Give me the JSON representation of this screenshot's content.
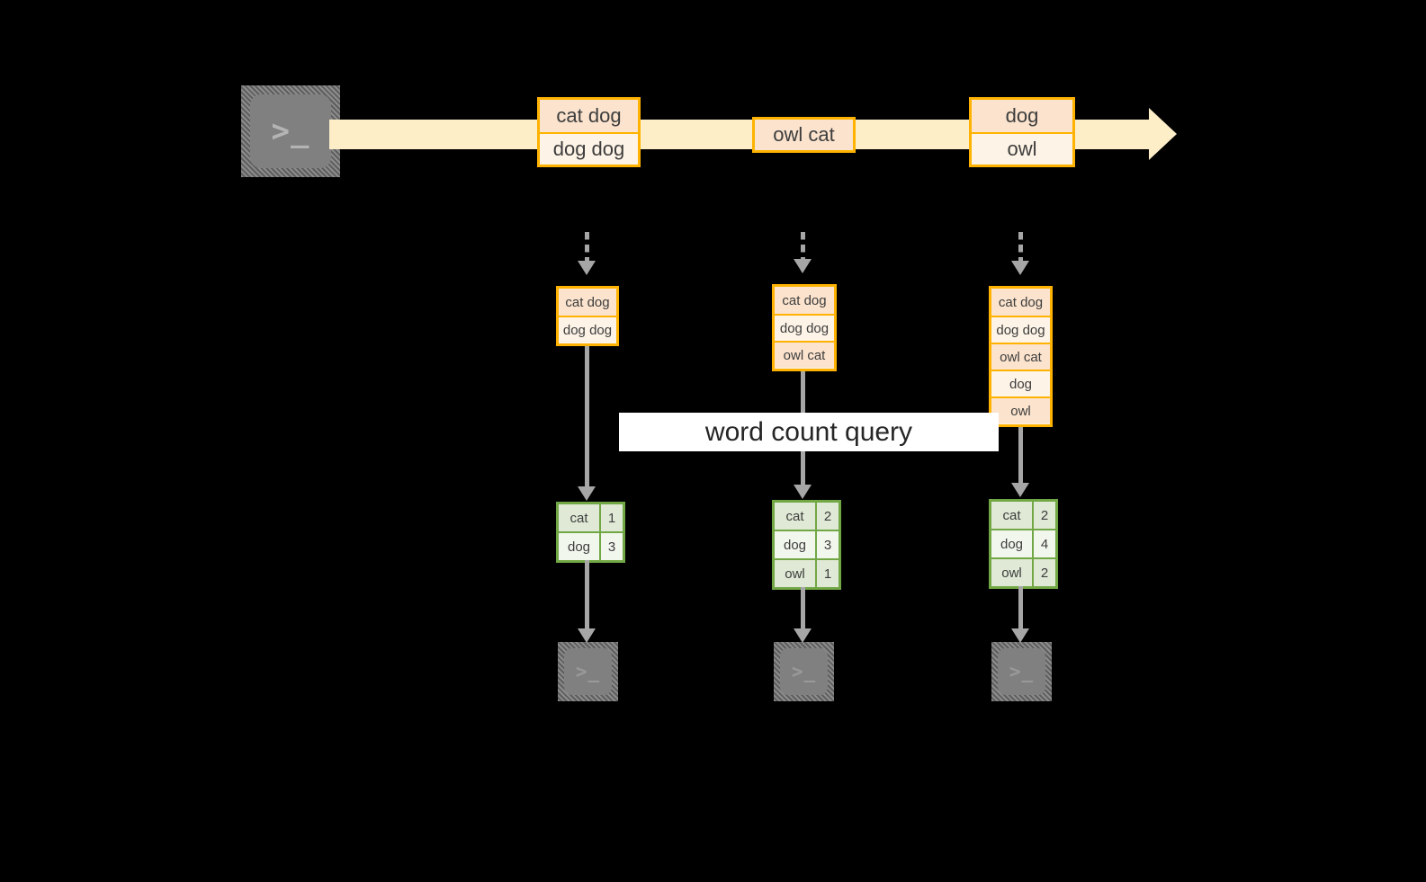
{
  "diagram": {
    "title_label": "word count query",
    "colors": {
      "background": "#000000",
      "record_border": "#ffb300",
      "record_fill_peach": "#fbe3cd",
      "record_fill_cream": "#fdf3e6",
      "stream_fill": "#fdeec8",
      "result_border": "#72a745",
      "result_fill_shade": "#dfe9d5",
      "result_fill_plain": "#f2f7ee",
      "connector": "#a6a6a6",
      "terminal_fill": "#808080",
      "label_bg": "#ffffff",
      "text": "#3d3d3d"
    },
    "source": {
      "icon": "terminal-icon",
      "glyph": ">_"
    },
    "stream": {
      "icon": "right-arrow-icon",
      "events": [
        {
          "lines": [
            "cat dog",
            "dog dog"
          ]
        },
        {
          "lines": [
            "owl cat"
          ]
        },
        {
          "lines": [
            "dog",
            "owl"
          ]
        }
      ]
    },
    "snapshots": [
      {
        "lines": [
          "cat dog",
          "dog dog"
        ]
      },
      {
        "lines": [
          "cat dog",
          "dog dog",
          "owl cat"
        ]
      },
      {
        "lines": [
          "cat dog",
          "dog dog",
          "owl cat",
          "dog",
          "owl"
        ]
      }
    ],
    "results": [
      {
        "rows": [
          {
            "word": "cat",
            "count": "1"
          },
          {
            "word": "dog",
            "count": "3"
          }
        ]
      },
      {
        "rows": [
          {
            "word": "cat",
            "count": "2"
          },
          {
            "word": "dog",
            "count": "3"
          },
          {
            "word": "owl",
            "count": "1"
          }
        ]
      },
      {
        "rows": [
          {
            "word": "cat",
            "count": "2"
          },
          {
            "word": "dog",
            "count": "4"
          },
          {
            "word": "owl",
            "count": "2"
          }
        ]
      }
    ],
    "sinks": [
      {
        "icon": "terminal-icon",
        "glyph": ">_"
      },
      {
        "icon": "terminal-icon",
        "glyph": ">_"
      },
      {
        "icon": "terminal-icon",
        "glyph": ">_"
      }
    ]
  }
}
